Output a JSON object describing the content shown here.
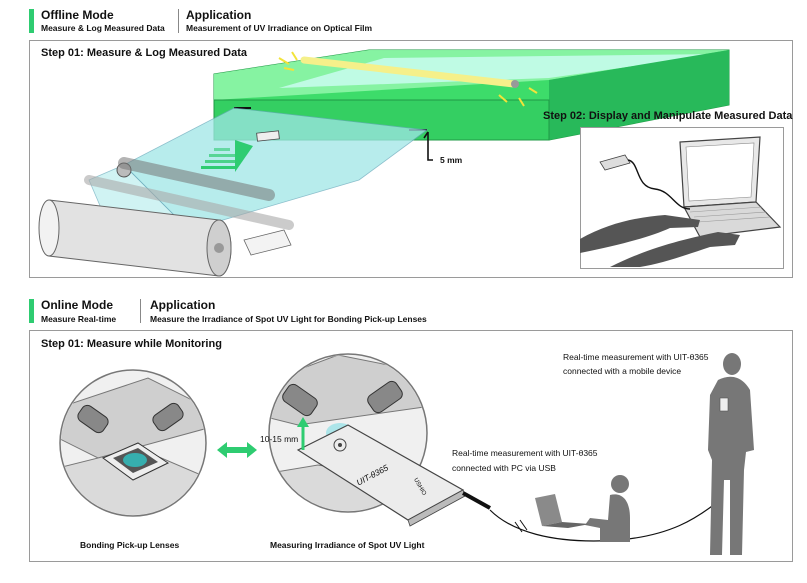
{
  "offline": {
    "mode_title": "Offline Mode",
    "mode_sub": "Measure & Log Measured Data",
    "app_title": "Application",
    "app_sub": "Measurement of UV Irradiance on Optical Film",
    "step1": "Step 01: Measure & Log Measured Data",
    "step2": "Step 02: Display and Manipulate Measured Data",
    "gap_label": "5 mm"
  },
  "online": {
    "mode_title": "Online Mode",
    "mode_sub": "Measure Real-time",
    "app_title": "Application",
    "app_sub": "Measure the Irradiance of Spot UV Light for Bonding Pick-up Lenses",
    "step1": "Step 01: Measure while Monitoring",
    "mobile_line1": "Real-time measurement with UIT-θ365",
    "mobile_line2": "connected with a mobile device",
    "pc_line1": "Real-time measurement with UIT-θ365",
    "pc_line2": "connected with PC via USB",
    "distance_label": "10-15 mm",
    "device_label": "UIT-θ365",
    "device_brand": "USHIO",
    "caption_left": "Bonding Pick-up Lenses",
    "caption_right": "Measuring Irradiance of Spot UV Light"
  },
  "colors": {
    "accent": "#2ecc71",
    "film": "#9fe6e6",
    "lamp": "#f5f08a"
  }
}
